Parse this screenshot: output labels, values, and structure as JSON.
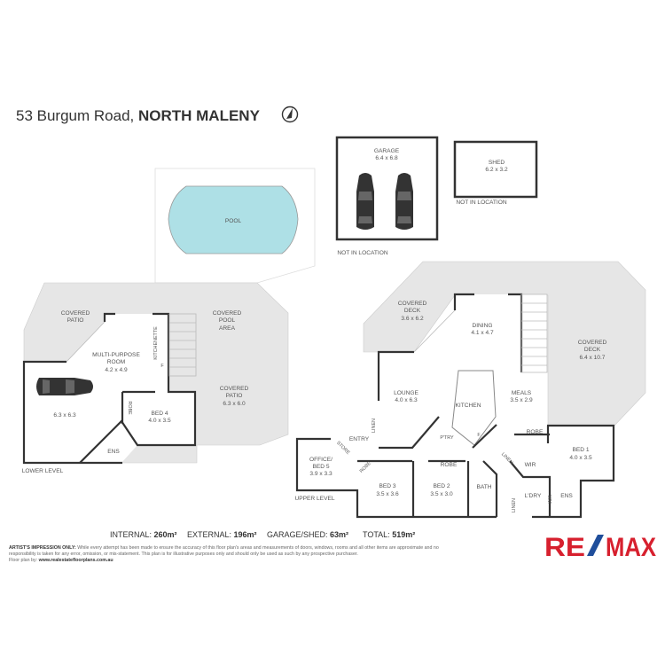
{
  "title": {
    "street": "53 Burgum Road,",
    "suburb": "NORTH MALENY"
  },
  "icons": {
    "compass": "north-arrow-icon",
    "car": "car-icon"
  },
  "garage": {
    "name": "GARAGE",
    "size": "6.4 x 6.8",
    "note": "NOT IN LOCATION"
  },
  "shed": {
    "name": "SHED",
    "size": "6.2 x 3.2",
    "note": "NOT IN LOCATION"
  },
  "pool": {
    "name": "POOL"
  },
  "lower": {
    "level": "LOWER LEVEL",
    "covered_patio": [
      "COVERED",
      "PATIO"
    ],
    "multi": [
      "MULTI-PURPOSE",
      "ROOM",
      "4.2 x 4.9"
    ],
    "kitchenette": "KITCHENETTE",
    "fridge": "F",
    "pool_area": [
      "COVERED",
      "POOL",
      "AREA"
    ],
    "patio2": [
      "COVERED",
      "PATIO",
      "6.3 x 6.0"
    ],
    "bed4": [
      "BED 4",
      "4.0 x 3.5"
    ],
    "robe": "ROBE",
    "carport": "6.3 x 6.3",
    "ens": "ENS"
  },
  "upper": {
    "level": "UPPER LEVEL",
    "deck1": [
      "COVERED",
      "DECK",
      "3.6 x 6.2"
    ],
    "dining": [
      "DINING",
      "4.1 x 4.7"
    ],
    "deck2": [
      "COVERED",
      "DECK",
      "6.4 x 10.7"
    ],
    "lounge": [
      "LOUNGE",
      "4.0 x 6.3"
    ],
    "kitchen": "KITCHEN",
    "meals": [
      "MEALS",
      "3.5 x 2.9"
    ],
    "robe1": "ROBE",
    "bed1": [
      "BED 1",
      "4.0 x 3.5"
    ],
    "entry": "ENTRY",
    "linen1": "LINEN",
    "store": "STORE",
    "office": [
      "OFFICE/",
      "BED 5",
      "3.9 x 3.3"
    ],
    "robe3": "ROBE",
    "bed3": [
      "BED 3",
      "3.5 x 3.6"
    ],
    "bed2": [
      "BED 2",
      "3.5 x 3.0"
    ],
    "robe2": "ROBE",
    "bath": "BATH",
    "wir": "WIR",
    "linen2": "LINEN",
    "ldry": "L'DRY",
    "linen3": "LINEN",
    "wm": "WM",
    "ens": "ENS",
    "ptry": "P'TRY",
    "fridge": "F"
  },
  "areas": [
    {
      "label": "INTERNAL:",
      "value": "260m²"
    },
    {
      "label": "EXTERNAL:",
      "value": "196m²"
    },
    {
      "label": "GARAGE/SHED:",
      "value": "63m²"
    },
    {
      "label": "TOTAL:",
      "value": "519m²"
    }
  ],
  "disclaimer": {
    "lead": "ARTIST'S IMPRESSION ONLY:",
    "line1": "While every attempt has been made to ensure the accuracy of this floor plan's areas and measurements of doors, windows, rooms and all other items are approximate and no",
    "line2": "responsibility is taken for any error, omission, or mis-statement. This plan is for illustrative purposes only and should only be used as such by any prospective purchaser.",
    "by": "Floor plan by:",
    "site": "www.realestatefloorplans.com.au"
  },
  "logo": {
    "text": "RE/MAX",
    "red": "#d7202e",
    "blue": "#1f4e9b"
  },
  "colors": {
    "pool": "#aee0e6",
    "deck": "#e6e6e6",
    "wall": "#333333"
  }
}
